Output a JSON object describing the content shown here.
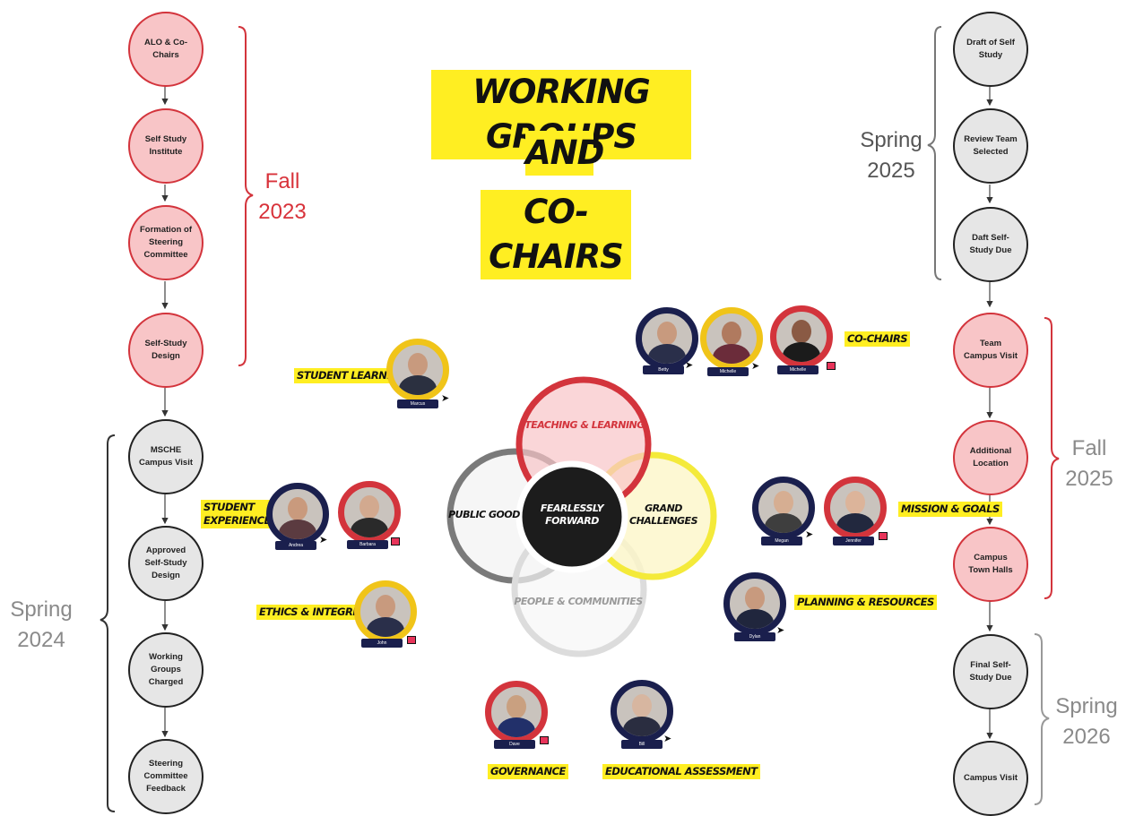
{
  "title": [
    "WORKING GROUPS",
    "AND",
    "CO-CHAIRS"
  ],
  "left_timeline": {
    "fall_2023_label": [
      "Fall",
      "2023"
    ],
    "spring_2024_label": [
      "Spring",
      "2024"
    ],
    "nodes": [
      {
        "text": "ALO & Co-Chairs",
        "color": "red"
      },
      {
        "text": "Self Study Institute",
        "color": "red"
      },
      {
        "text": "Formation of Steering Committee",
        "color": "red"
      },
      {
        "text": "Self-Study Design",
        "color": "red"
      },
      {
        "text": "MSCHE Campus Visit",
        "color": "gray"
      },
      {
        "text": "Approved Self-Study Design",
        "color": "gray"
      },
      {
        "text": "Working Groups Charged",
        "color": "gray"
      },
      {
        "text": "Steering Committee Feedback",
        "color": "gray"
      }
    ]
  },
  "right_timeline": {
    "spring_2025_label": [
      "Spring",
      "2025"
    ],
    "fall_2025_label": [
      "Fall",
      "2025"
    ],
    "spring_2026_label": [
      "Spring",
      "2026"
    ],
    "nodes": [
      {
        "text": "Draft of Self Study",
        "color": "gray"
      },
      {
        "text": "Review Team Selected",
        "color": "gray"
      },
      {
        "text": "Daft Self-Study Due",
        "color": "gray"
      },
      {
        "text": "Team Campus Visit",
        "color": "red"
      },
      {
        "text": "Additional Location",
        "color": "red"
      },
      {
        "text": "Campus Town Halls",
        "color": "red"
      },
      {
        "text": "Final Self-Study Due",
        "color": "gray"
      },
      {
        "text": "Campus Visit",
        "color": "gray"
      }
    ]
  },
  "venn": {
    "top": "TEACHING & LEARNING",
    "left": "PUBLIC GOOD",
    "right": [
      "GRAND",
      "CHALLENGES"
    ],
    "bottom": "PEOPLE & COMMUNITIES",
    "center": [
      "FEARLESSLY",
      "FORWARD"
    ]
  },
  "groups": {
    "co_chairs": "CO-CHAIRS",
    "student_learning": "STUDENT LEARNING",
    "student_experience": [
      "STUDENT",
      "EXPERIENCE"
    ],
    "ethics": "ETHICS & INTEGRITY",
    "mission": "MISSION & GOALS",
    "planning": "PLANNING & RESOURCES",
    "governance": "GOVERNANCE",
    "assessment": "EDUCATIONAL ASSESSMENT"
  },
  "people": {
    "betty": "Betty",
    "michelle_1": "Michelle",
    "michelle_2": "Michelle",
    "marcus": "Marcus",
    "andrea": "Andrea",
    "barbara": "Barbara",
    "john": "John",
    "megan": "Megan",
    "jennifer": "Jennifer",
    "dylan": "Dylan",
    "dave": "Dave",
    "bill": "Bill"
  },
  "colors": {
    "red_node_fill": "#f8c5c7",
    "red_accent": "#d3343c",
    "gray_node_fill": "#e6e6e6",
    "highlight_yellow": "#ffee22",
    "venn_yellow": "#f4ea3a",
    "avatar_ring_navy": "#1a1f4d"
  }
}
